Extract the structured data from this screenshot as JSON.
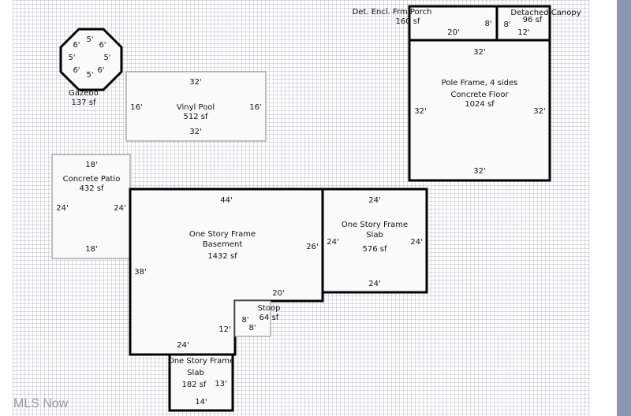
{
  "watermark": "MLS Now",
  "gazebo": {
    "name": "Gazebo",
    "area": "137 sf",
    "sides": [
      "5'",
      "6'",
      "5'",
      "6'",
      "5'",
      "6'",
      "5'",
      "6'"
    ]
  },
  "pool": {
    "name": "Vinyl Pool",
    "area": "512 sf",
    "top": "32'",
    "bottom": "32'",
    "left": "16'",
    "right": "16'"
  },
  "porch": {
    "name": "Det. Encl. Frm Porch",
    "area": "160 sf",
    "width": "20'",
    "depth": "8'"
  },
  "canopy": {
    "name": "Detached Canopy",
    "area": "96 sf",
    "width": "12'",
    "depth": "8'"
  },
  "pole": {
    "line1": "Pole Frame, 4 sides",
    "line2": "Concrete Floor",
    "area": "1024 sf",
    "top": "32'",
    "bottom": "32'",
    "left": "32'",
    "right": "32'"
  },
  "patio": {
    "name": "Concrete Patio",
    "area": "432 sf",
    "top": "18'",
    "bottom": "18'",
    "left": "24'",
    "right": "24'"
  },
  "basement": {
    "line1": "One Story Frame",
    "line2": "Basement",
    "area": "1432 sf",
    "top": "44'",
    "right": "26'",
    "left": "38'",
    "inner_h": "20'",
    "inner_v": "12'",
    "bottom": "24'"
  },
  "slab_right": {
    "line1": "One Story Frame",
    "line2": "Slab",
    "area": "576 sf",
    "top": "24'",
    "bottom": "24'",
    "left": "24'",
    "right": "24'"
  },
  "stoop": {
    "name": "Stoop",
    "area": "64 sf",
    "side_a": "8'",
    "side_b": "8'"
  },
  "slab_bottom": {
    "line1": "One Story Frame",
    "line2": "Slab",
    "area": "182 sf",
    "right": "13'",
    "bottom": "14'"
  }
}
